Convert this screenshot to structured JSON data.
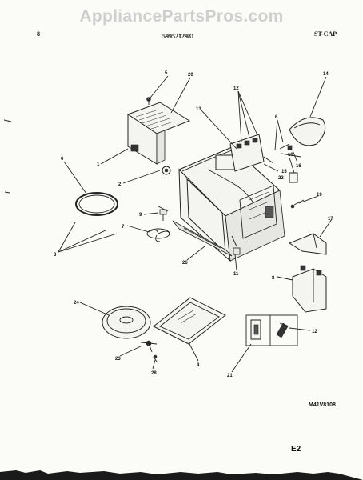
{
  "watermark": "AppliancePartsPros.com",
  "header": {
    "page_mark": "8",
    "publication_number": "5995212981",
    "model_ref": "ST-CAP"
  },
  "diagram_code": "M41V8108",
  "page_code": "E2",
  "callouts": [
    "5",
    "20",
    "12",
    "14",
    "13",
    "6",
    "1",
    "15",
    "16",
    "10",
    "2",
    "22",
    "19",
    "6",
    "9",
    "7",
    "17",
    "3",
    "26",
    "11",
    "8",
    "24",
    "4",
    "23",
    "28",
    "12",
    "21"
  ]
}
